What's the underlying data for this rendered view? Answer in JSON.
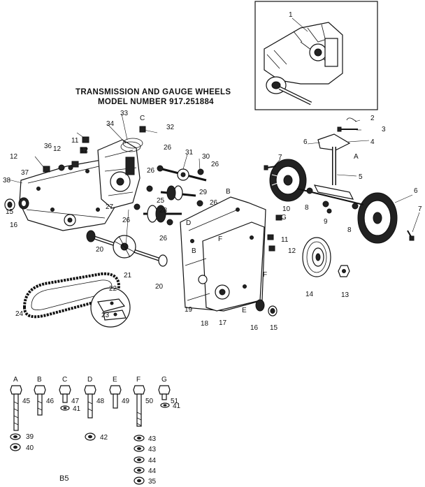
{
  "title": {
    "line1": "TRANSMISSION AND GAUGE WHEELS",
    "line2": "MODEL NUMBER 917.251884"
  },
  "page_code": "B5",
  "callouts": [
    "1",
    "2",
    "3",
    "4",
    "5",
    "6",
    "6",
    "7",
    "7",
    "8",
    "8",
    "9",
    "10",
    "11",
    "11",
    "12",
    "12",
    "12",
    "12",
    "13",
    "14",
    "15",
    "15",
    "16",
    "16",
    "17",
    "18",
    "19",
    "20",
    "20",
    "21",
    "22",
    "23",
    "24",
    "25",
    "26",
    "26",
    "26",
    "26",
    "26",
    "26",
    "27",
    "28",
    "29",
    "30",
    "31",
    "32",
    "33",
    "34",
    "36",
    "37",
    "38",
    "A",
    "B",
    "B",
    "C",
    "D",
    "E",
    "F",
    "F",
    "G"
  ],
  "hardware": [
    {
      "letter": "A",
      "part": "45"
    },
    {
      "letter": "B",
      "part": "46"
    },
    {
      "letter": "C",
      "part": "47"
    },
    {
      "letter": "D",
      "part": "48"
    },
    {
      "letter": "E",
      "part": "49"
    },
    {
      "letter": "F",
      "part": "50"
    },
    {
      "letter": "G",
      "part": "51"
    }
  ],
  "washers": [
    "39",
    "40",
    "41",
    "41",
    "42",
    "43",
    "43",
    "44",
    "44",
    "35"
  ]
}
